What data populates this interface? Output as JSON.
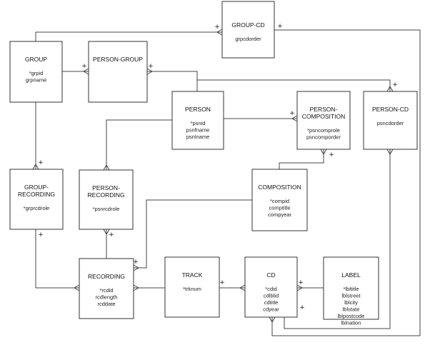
{
  "entities": {
    "group_cd": {
      "name": "GROUP-CD",
      "attrs": [
        "grpcdorder"
      ]
    },
    "group": {
      "name": "GROUP",
      "attrs": [
        "*grpid",
        "grpname"
      ]
    },
    "person_group": {
      "name": "PERSON-GROUP",
      "attrs": []
    },
    "person": {
      "name": "PERSON",
      "attrs": [
        "*psnid",
        "psnfname",
        "psnlname"
      ]
    },
    "person_composition": {
      "name": [
        "PERSON-",
        "COMPOSITION"
      ],
      "attrs": [
        "*psncomprole",
        "psncomporder"
      ]
    },
    "person_cd": {
      "name": "PERSON-CD",
      "attrs": [
        "psncdorder"
      ]
    },
    "group_recording": {
      "name": [
        "GROUP-",
        "RECORDING"
      ],
      "attrs": [
        "*grprcdrole"
      ]
    },
    "person_recording": {
      "name": [
        "PERSON-",
        "RECORDING"
      ],
      "attrs": [
        "*psnrcdrole"
      ]
    },
    "composition": {
      "name": "COMPOSITION",
      "attrs": [
        "*compid",
        "comptitle",
        "compyear"
      ]
    },
    "recording": {
      "name": "RECORDING",
      "attrs": [
        "*rcdid",
        "rcdlength",
        "rcddate"
      ]
    },
    "track": {
      "name": "TRACK",
      "attrs": [
        "*trknum"
      ]
    },
    "cd": {
      "name": "CD",
      "attrs": [
        "*cdid",
        "cdlblid",
        "cdtitle",
        "cdyear"
      ]
    },
    "label": {
      "name": "LABEL",
      "attrs": [
        "*lbltitle",
        "lblstreet",
        "lblcity",
        "lblstate",
        "lblpostcode",
        "lblnation"
      ]
    }
  },
  "relationship_marks": {
    "one": "+"
  }
}
